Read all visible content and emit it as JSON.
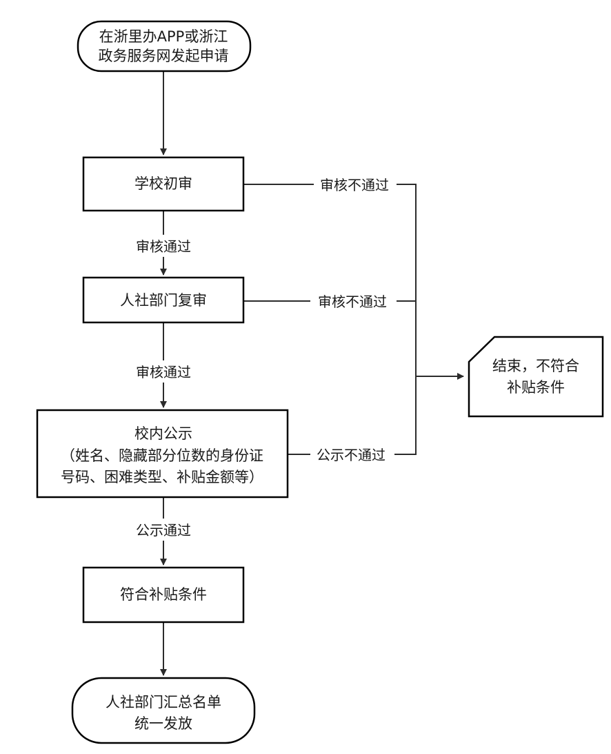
{
  "nodes": {
    "start": {
      "line1": "在浙里办APP或浙江",
      "line2": "政务服务网发起申请"
    },
    "school_review": {
      "label": "学校初审"
    },
    "hrss_review": {
      "label": "人社部门复审"
    },
    "school_publicity": {
      "line1": "校内公示",
      "line2": "（姓名、隐藏部分位数的身份证",
      "line3": "号码、困难类型、补贴金额等）"
    },
    "eligible": {
      "label": "符合补贴条件"
    },
    "end_ineligible": {
      "line1": "结束，不符合",
      "line2": "补贴条件"
    },
    "final": {
      "line1": "人社部门汇总名单",
      "line2": "统一发放"
    }
  },
  "edges": {
    "pass_review_1": "审核通过",
    "pass_review_2": "审核通过",
    "pass_publicity": "公示通过",
    "fail_review_1": "审核不通过",
    "fail_review_2": "审核不通过",
    "fail_publicity": "公示不通过"
  }
}
